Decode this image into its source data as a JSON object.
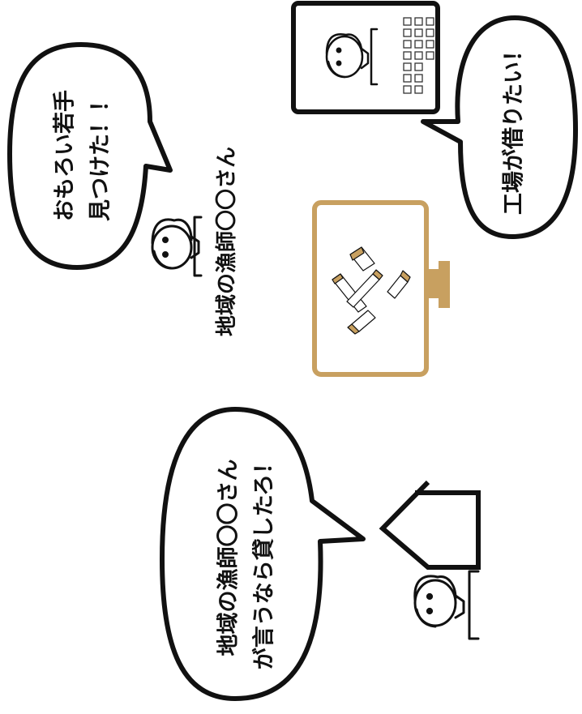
{
  "colors": {
    "ink": "#111111",
    "gold": "#c8a060",
    "gold_dark": "#8a6a3a",
    "background": "#ffffff"
  },
  "bubbles": {
    "top_left": {
      "line1": "おもろい若手",
      "line2": "見つけた！！"
    },
    "top_right": {
      "line1": "工場が借りたい！"
    },
    "bottom": {
      "line1": "地域の漁師〇〇さん",
      "line2": "が言うなら貸したろ！"
    }
  },
  "caption": {
    "fisher_label": "地域の漁師〇〇さん"
  },
  "icons": {
    "fisher": "person-icon",
    "young_worker": "person-icon",
    "landlord": "person-icon",
    "tablet": "document-card-icon",
    "monitor": "monitor-icon",
    "house": "house-icon",
    "wood_blocks": "wood-blocks-icon"
  }
}
